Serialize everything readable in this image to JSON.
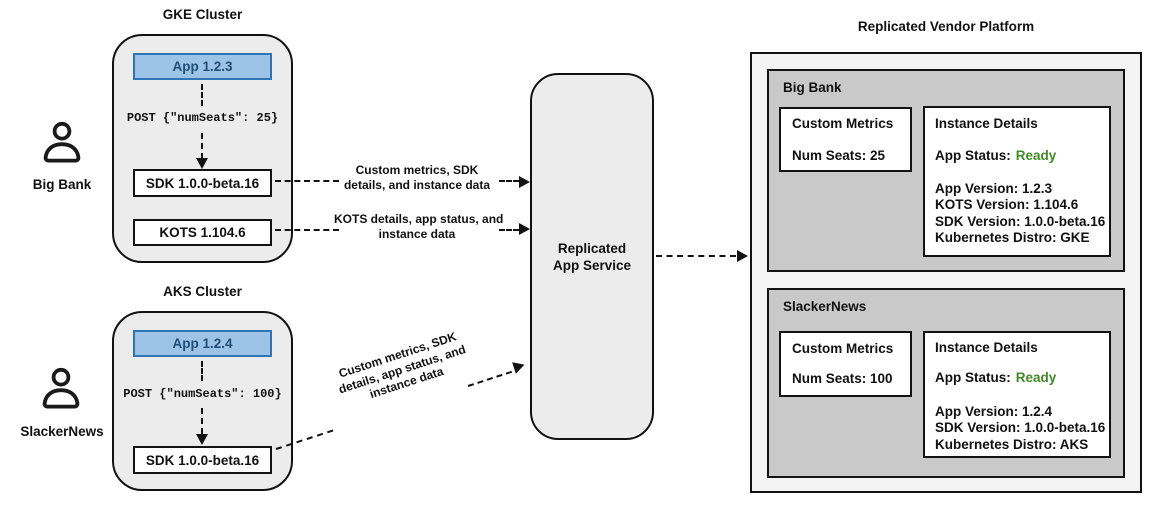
{
  "users": [
    {
      "name": "Big Bank"
    },
    {
      "name": "SlackerNews"
    }
  ],
  "clusters": [
    {
      "title": "GKE Cluster",
      "app": "App 1.2.3",
      "post": "POST {\"numSeats\": 25}",
      "sdk": "SDK 1.0.0-beta.16",
      "kots": "KOTS 1.104.6"
    },
    {
      "title": "AKS Cluster",
      "app": "App 1.2.4",
      "post": "POST {\"numSeats\": 100}",
      "sdk": "SDK 1.0.0-beta.16"
    }
  ],
  "flows": {
    "sdk_flow": {
      "line1": "Custom metrics, SDK",
      "line2": "details, and instance data"
    },
    "kots_flow": {
      "line1": "KOTS details, app status, and",
      "line2": "instance data"
    },
    "aks_flow": {
      "line1": "Custom metrics, SDK",
      "line2": "details, app status, and",
      "line3": "instance data"
    }
  },
  "service": {
    "line1": "Replicated",
    "line2": "App Service"
  },
  "platform": {
    "title": "Replicated Vendor Platform",
    "panels": [
      {
        "name": "Big Bank",
        "custom_metrics": {
          "title": "Custom Metrics",
          "value": "Num Seats: 25"
        },
        "instance_details": {
          "title": "Instance Details",
          "status_label": "App Status:",
          "status_value": "Ready",
          "lines": [
            "App Version: 1.2.3",
            "KOTS Version: 1.104.6",
            "SDK Version: 1.0.0-beta.16",
            "Kubernetes Distro: GKE"
          ]
        }
      },
      {
        "name": "SlackerNews",
        "custom_metrics": {
          "title": "Custom Metrics",
          "value": "Num Seats: 100"
        },
        "instance_details": {
          "title": "Instance Details",
          "status_label": "App Status:",
          "status_value": "Ready",
          "lines": [
            "App Version: 1.2.4",
            "SDK Version: 1.0.0-beta.16",
            "Kubernetes Distro: AKS"
          ]
        }
      }
    ]
  },
  "colors": {
    "app_fill": "#9dc3e6",
    "app_border": "#2e75b6",
    "app_text": "#1f4e79",
    "ready_green": "#3f8c22",
    "cluster_fill": "#ececec",
    "panel_fill": "#c9c9c9",
    "platform_fill": "#f4f4f4",
    "stroke": "#121212"
  }
}
